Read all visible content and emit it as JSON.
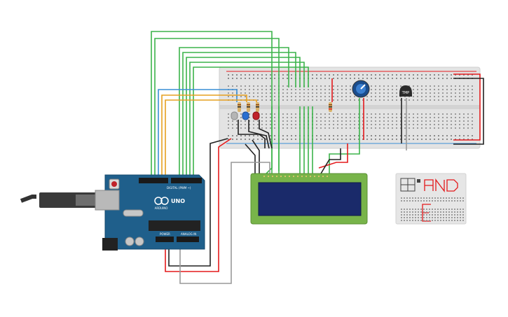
{
  "board": {
    "model": "UNO",
    "brand": "ARDUINO",
    "header_digital": "DIGITAL (PWM ~)",
    "header_power": "POWER",
    "header_analog": "ANALOG IN"
  },
  "sensor": {
    "label": "TMP"
  },
  "watermark": {
    "letters": "ANDE"
  },
  "colors": {
    "board_blue": "#1f5f8b",
    "breadboard": "#e6e6e6",
    "lcd_green": "#78b44a",
    "lcd_screen": "#1a2a6a",
    "wire_green": "#3cb44b",
    "wire_red": "#e41a1c",
    "wire_black": "#222222",
    "wire_gray": "#999999",
    "wire_yellow": "#e6a020",
    "wire_blue": "#3a8fd6"
  }
}
